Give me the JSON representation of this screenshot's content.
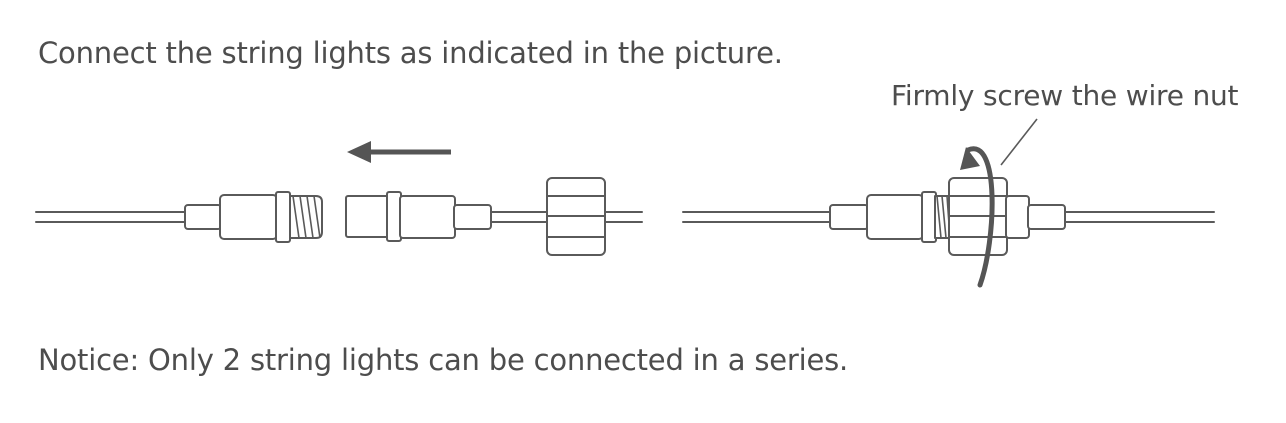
{
  "instruction_text": "Connect the string lights as indicated in the picture.",
  "callout_text": "Firmly screw the wire nut",
  "notice_text": "Notice: Only 2 string lights can be connected in a series.",
  "colors": {
    "line": "#5a5a5a",
    "text": "#4d4d4d",
    "background": "#ffffff"
  }
}
